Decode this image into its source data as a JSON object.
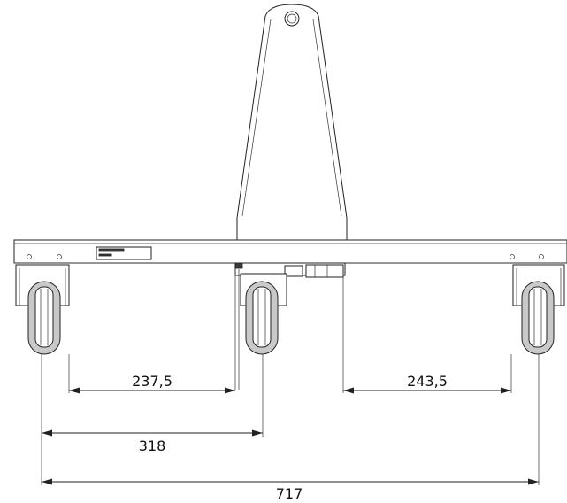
{
  "dimensions": {
    "left_gap": "237,5",
    "right_gap": "243,5",
    "wheel_to_center": "318",
    "overall_width": "717"
  }
}
